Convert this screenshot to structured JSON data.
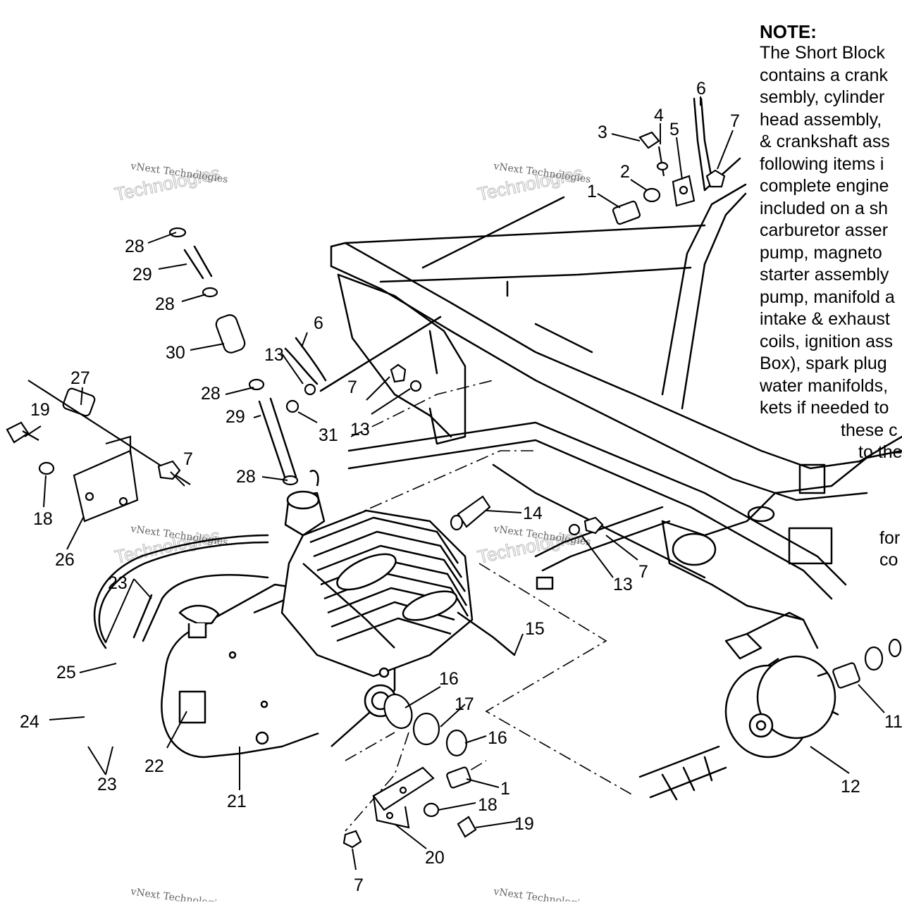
{
  "note": {
    "title": "NOTE:",
    "lines": [
      "The Short Block",
      "contains a crank",
      "sembly, cylinder",
      "head assembly,",
      "& crankshaft ass",
      "following items i",
      "complete engine",
      "included on a sh",
      "carburetor asser",
      "pump, magneto",
      "starter assembly",
      "pump, manifold a",
      "intake & exhaust",
      "coils, ignition ass",
      "Box), spark plug",
      "water manifolds,",
      "kets if needed to",
      "these c",
      "to the"
    ],
    "fragments": [
      "for",
      "co"
    ]
  },
  "watermark": {
    "line1": "vNext Technologies",
    "line2": "Technologies",
    "ghost": "vNext"
  },
  "callouts": [
    "28",
    "29",
    "28",
    "30",
    "28",
    "29",
    "28",
    "27",
    "19",
    "18",
    "26",
    "7",
    "6",
    "13",
    "31",
    "7",
    "13",
    "23",
    "25",
    "24",
    "23",
    "22",
    "21",
    "14",
    "13",
    "7",
    "15",
    "16",
    "17",
    "16",
    "1",
    "18",
    "19",
    "20",
    "7",
    "12",
    "11",
    "1",
    "2",
    "3",
    "4",
    "5",
    "6",
    "7"
  ]
}
